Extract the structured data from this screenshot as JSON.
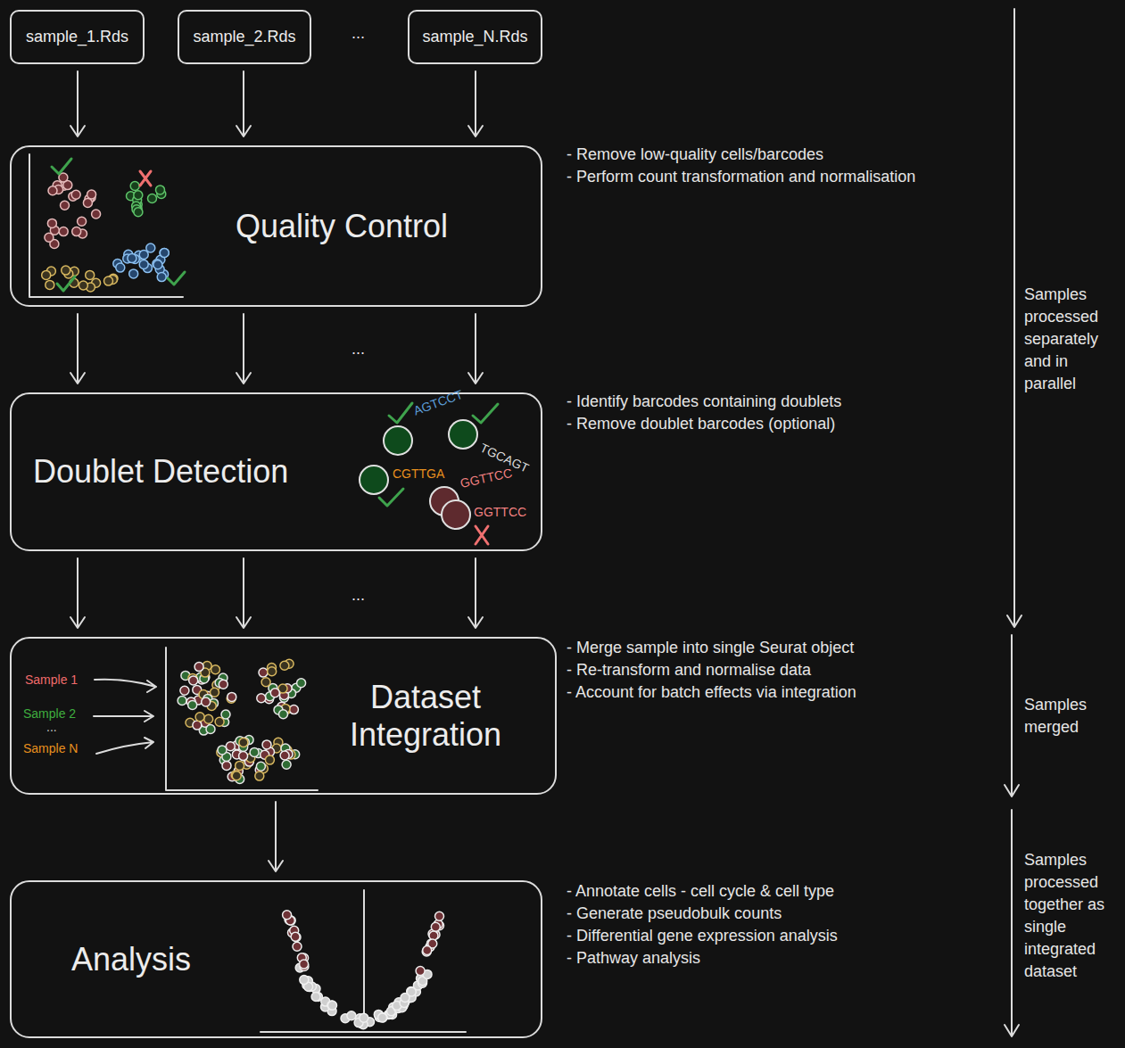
{
  "diagram": {
    "nodes": [
      {
        "text": [
          "sample_1.Rds"
        ]
      },
      {
        "text": [
          "sample_2.Rds"
        ]
      },
      {
        "text": [
          "sample_N.Rds"
        ]
      },
      {
        "text": [
          "Quality Control"
        ]
      },
      {
        "text": [
          "Doublet Detection"
        ]
      },
      {
        "text": [
          "Dataset Integration"
        ]
      },
      {
        "text": [
          "Analysis"
        ]
      }
    ],
    "edges": [
      {
        "from": 0,
        "to": 3,
        "arrow": "to"
      },
      {
        "from": 1,
        "to": 3,
        "arrow": "to"
      },
      {
        "from": 2,
        "to": 3,
        "arrow": "to"
      },
      {
        "from": 3,
        "to": 4,
        "arrow": "to"
      },
      {
        "from": 3,
        "to": 4,
        "arrow": "to"
      },
      {
        "from": 3,
        "to": 4,
        "arrow": "to"
      },
      {
        "from": 4,
        "to": 5,
        "arrow": "to"
      },
      {
        "from": 4,
        "to": 5,
        "arrow": "to"
      },
      {
        "from": 4,
        "to": 5,
        "arrow": "to"
      },
      {
        "from": 5,
        "to": 6,
        "arrow": "to"
      }
    ],
    "labels": [
      "...",
      "- Remove low-quality cells/barcodes",
      "- Perform count transformation and normalisation",
      "...",
      "- Identify barcodes containing doublets",
      "- Remove doublet barcodes (optional)",
      "AGTCCT",
      "TGCAGT",
      "CGTTGA",
      "GGTTCC",
      "GGTTCC",
      "...",
      "Sample 1",
      "Sample 2",
      "...",
      "Sample N",
      "- Merge sample into single Seurat object",
      "- Re-transform and normalise data",
      "- Account for batch effects via integration",
      "- Annotate cells - cell cycle & cell type",
      "- Generate pseudobulk counts",
      "- Differential gene expression analysis",
      "- Pathway analysis",
      "Samples processed separately and in parallel",
      "Samples merged",
      "Samples processed together as single integrated dataset"
    ]
  }
}
